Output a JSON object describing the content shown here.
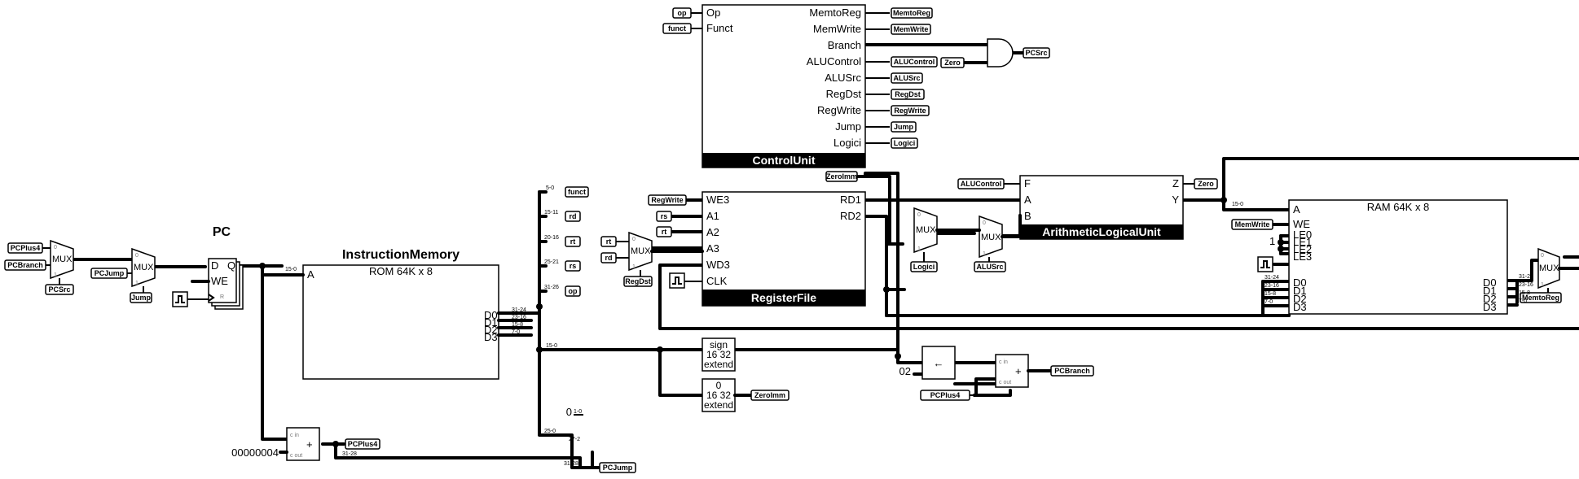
{
  "components": {
    "control_unit": {
      "title": "ControlUnit",
      "inputs": [
        "Op",
        "Funct"
      ],
      "outputs": [
        "MemtoReg",
        "MemWrite",
        "Branch",
        "ALUControl",
        "ALUSrc",
        "RegDst",
        "RegWrite",
        "Jump",
        "Logici"
      ]
    },
    "register_file": {
      "title": "RegisterFile",
      "inputs": [
        "WE3",
        "A1",
        "A2",
        "A3",
        "WD3",
        "CLK"
      ],
      "outputs": [
        "RD1",
        "RD2"
      ]
    },
    "alu": {
      "title": "ArithmeticLogicalUnit",
      "inputs": [
        "F",
        "A",
        "B"
      ],
      "outputs": [
        "Z",
        "Y"
      ]
    },
    "instruction_memory": {
      "title": "InstructionMemory",
      "rom_label": "ROM 64K x 8",
      "port_a": "A",
      "outputs": [
        "D0",
        "D1",
        "D2",
        "D3"
      ],
      "bit_ranges": [
        "31-24",
        "23-16",
        "15-8",
        "7-0"
      ]
    },
    "ram": {
      "title": "RAM 64K x 8",
      "inputs": [
        "A",
        "WE",
        "LE0",
        "LE1",
        "LE2",
        "LE3",
        "D0",
        "D1",
        "D2",
        "D3"
      ],
      "outputs": [
        "D0",
        "D1",
        "D2",
        "D3"
      ],
      "const_one": "1"
    },
    "pc": {
      "title": "PC",
      "ports": [
        "D",
        "Q",
        "WE",
        "R"
      ]
    },
    "sign_extend": {
      "lines": [
        "sign",
        "16 32",
        "extend"
      ]
    },
    "zero_extend": {
      "lines": [
        "0",
        "16 32",
        "extend"
      ]
    },
    "adder": {
      "c_in": "c in",
      "c_out": "c out",
      "plus": "+"
    },
    "shift": {
      "symbol": "←",
      "amount": "02"
    },
    "mux": {
      "label": "MUX",
      "sel0": "0",
      "sel1": "1"
    },
    "pc_plus_const": "00000004",
    "zero_const": "0"
  },
  "tags": {
    "op": "op",
    "funct": "funct",
    "memtoreg": "MemtoReg",
    "memwrite": "MemWrite",
    "pcsrc": "PCSrc",
    "alucontrol": "ALUControl",
    "zero": "Zero",
    "alusrc": "ALUSrc",
    "regdst": "RegDst",
    "regwrite": "RegWrite",
    "jump": "Jump",
    "logici": "Logici",
    "zeroimm": "ZeroImm",
    "rs": "rs",
    "rt": "rt",
    "rd": "rd",
    "pcplus4": "PCPlus4",
    "pcbranch": "PCBranch",
    "pcjump": "PCJump"
  },
  "bit_labels": {
    "b15_0": "15-0",
    "b5_0": "5-0",
    "b15_11": "15-11",
    "b20_16": "20-16",
    "b25_21": "25-21",
    "b31_26": "31-26",
    "b31_24": "31-24",
    "b23_16": "23-16",
    "b15_8": "15-8",
    "b7_0": "7-0",
    "b1_0": "1-0",
    "b25_0": "25-0",
    "b27_2": "27-2",
    "b31_28": "31-28"
  }
}
